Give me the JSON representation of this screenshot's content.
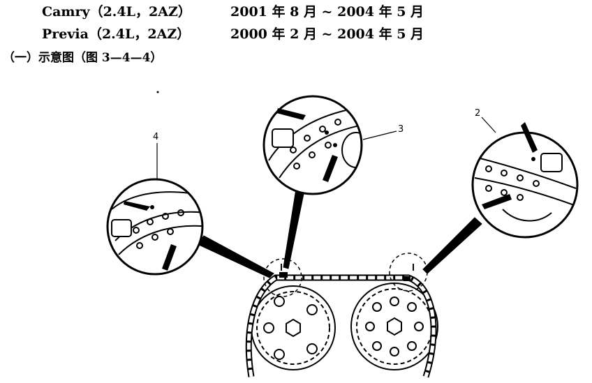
{
  "applicability": [
    {
      "model": "Camry（2.4L，2AZ）",
      "period": "2001 年 8 月 ~ 2004 年 5 月"
    },
    {
      "model": "Previa（2.4L，2AZ）",
      "period": "2000 年 2 月 ~ 2004 年 5 月"
    }
  ],
  "section_heading": "（一）示意图（图 3—4—4）",
  "figure": {
    "callouts": [
      "2",
      "3",
      "4"
    ]
  }
}
